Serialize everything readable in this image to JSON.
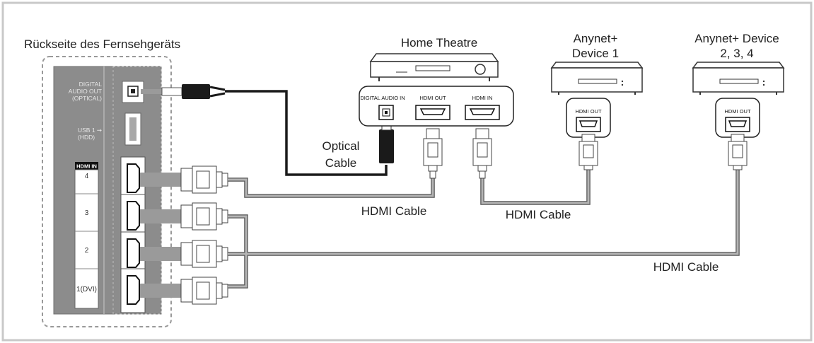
{
  "tv": {
    "label": "Rückseite des Fernsehgeräts",
    "digital_audio_out": [
      "DIGITAL",
      "AUDIO OUT",
      "(OPTICAL)"
    ],
    "usb": [
      "USB 1 ⇝",
      "(HDD)"
    ],
    "hdmi_in_header": "HDMI IN",
    "hdmi_ports": [
      "4",
      "3",
      "2",
      "1(DVI)"
    ]
  },
  "home_theatre": {
    "title": "Home Theatre",
    "ports": [
      "DIGITAL AUDIO IN",
      "HDMI OUT",
      "HDMI IN"
    ]
  },
  "device1": {
    "title_line1": "Anynet+",
    "title_line2": "Device 1",
    "port": "HDMI OUT"
  },
  "device234": {
    "title_line1": "Anynet+ Device",
    "title_line2": "2, 3, 4",
    "port": "HDMI OUT"
  },
  "cables": {
    "optical_line1": "Optical",
    "optical_line2": "Cable",
    "hdmi_1": "HDMI Cable",
    "hdmi_2": "HDMI Cable",
    "hdmi_3": "HDMI Cable"
  },
  "colors": {
    "frame": "#c8c8c8",
    "panel": "#8c8c8c",
    "cable_gray": "#9a9a9a",
    "optical_cable": "#1a1a1a"
  }
}
